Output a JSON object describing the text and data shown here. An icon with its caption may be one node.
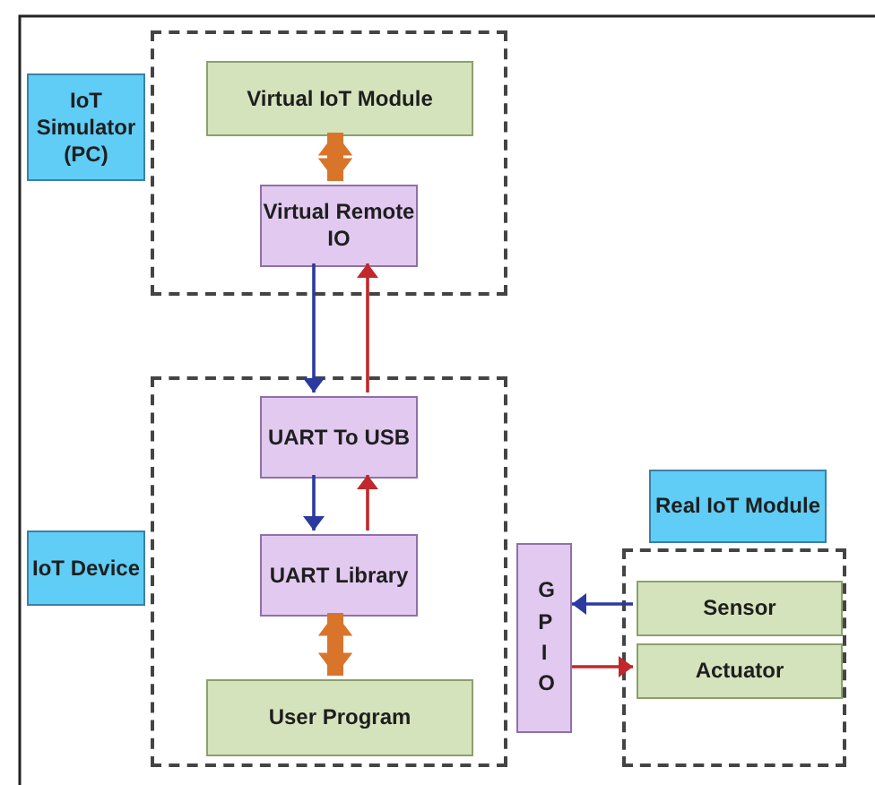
{
  "diagram": {
    "nodes": [
      {
        "text": [],
        "shape": "box"
      },
      {
        "text": [
          "IoT Simulator (PC)"
        ]
      },
      {
        "text": [
          "Virtual IoT Module"
        ],
        "in": 0
      },
      {
        "text": [
          "Virtual Remote IO"
        ],
        "in": 0
      },
      {
        "text": [],
        "shape": "box"
      },
      {
        "text": [
          "IoT Device"
        ]
      },
      {
        "text": [
          "UART To USB"
        ],
        "in": 4
      },
      {
        "text": [
          "UART Library"
        ],
        "in": 4
      },
      {
        "text": [
          "User Program"
        ],
        "in": 4
      },
      {
        "text": [
          "GPIO"
        ]
      },
      {
        "text": [],
        "shape": "box"
      },
      {
        "text": [
          "Real IoT Module"
        ]
      },
      {
        "text": [
          "Sensor"
        ],
        "in": 10
      },
      {
        "text": [
          "Actuator"
        ],
        "in": 10
      }
    ],
    "edges": [
      {
        "from": 2,
        "to": 3,
        "arrow": "both",
        "style": "thick",
        "color": "#d9742b"
      },
      {
        "from": 3,
        "to": 6,
        "arrow": "to",
        "color": "#2a3a9e"
      },
      {
        "from": 6,
        "to": 3,
        "arrow": "to",
        "color": "#c0282b"
      },
      {
        "from": 6,
        "to": 7,
        "arrow": "to",
        "color": "#2a3a9e"
      },
      {
        "from": 7,
        "to": 6,
        "arrow": "to",
        "color": "#c0282b"
      },
      {
        "from": 7,
        "to": 8,
        "arrow": "both",
        "style": "thick",
        "color": "#d9742b"
      },
      {
        "from": 12,
        "to": 9,
        "arrow": "to",
        "color": "#2a3a9e"
      },
      {
        "from": 9,
        "to": 13,
        "arrow": "to",
        "color": "#c0282b"
      }
    ]
  }
}
